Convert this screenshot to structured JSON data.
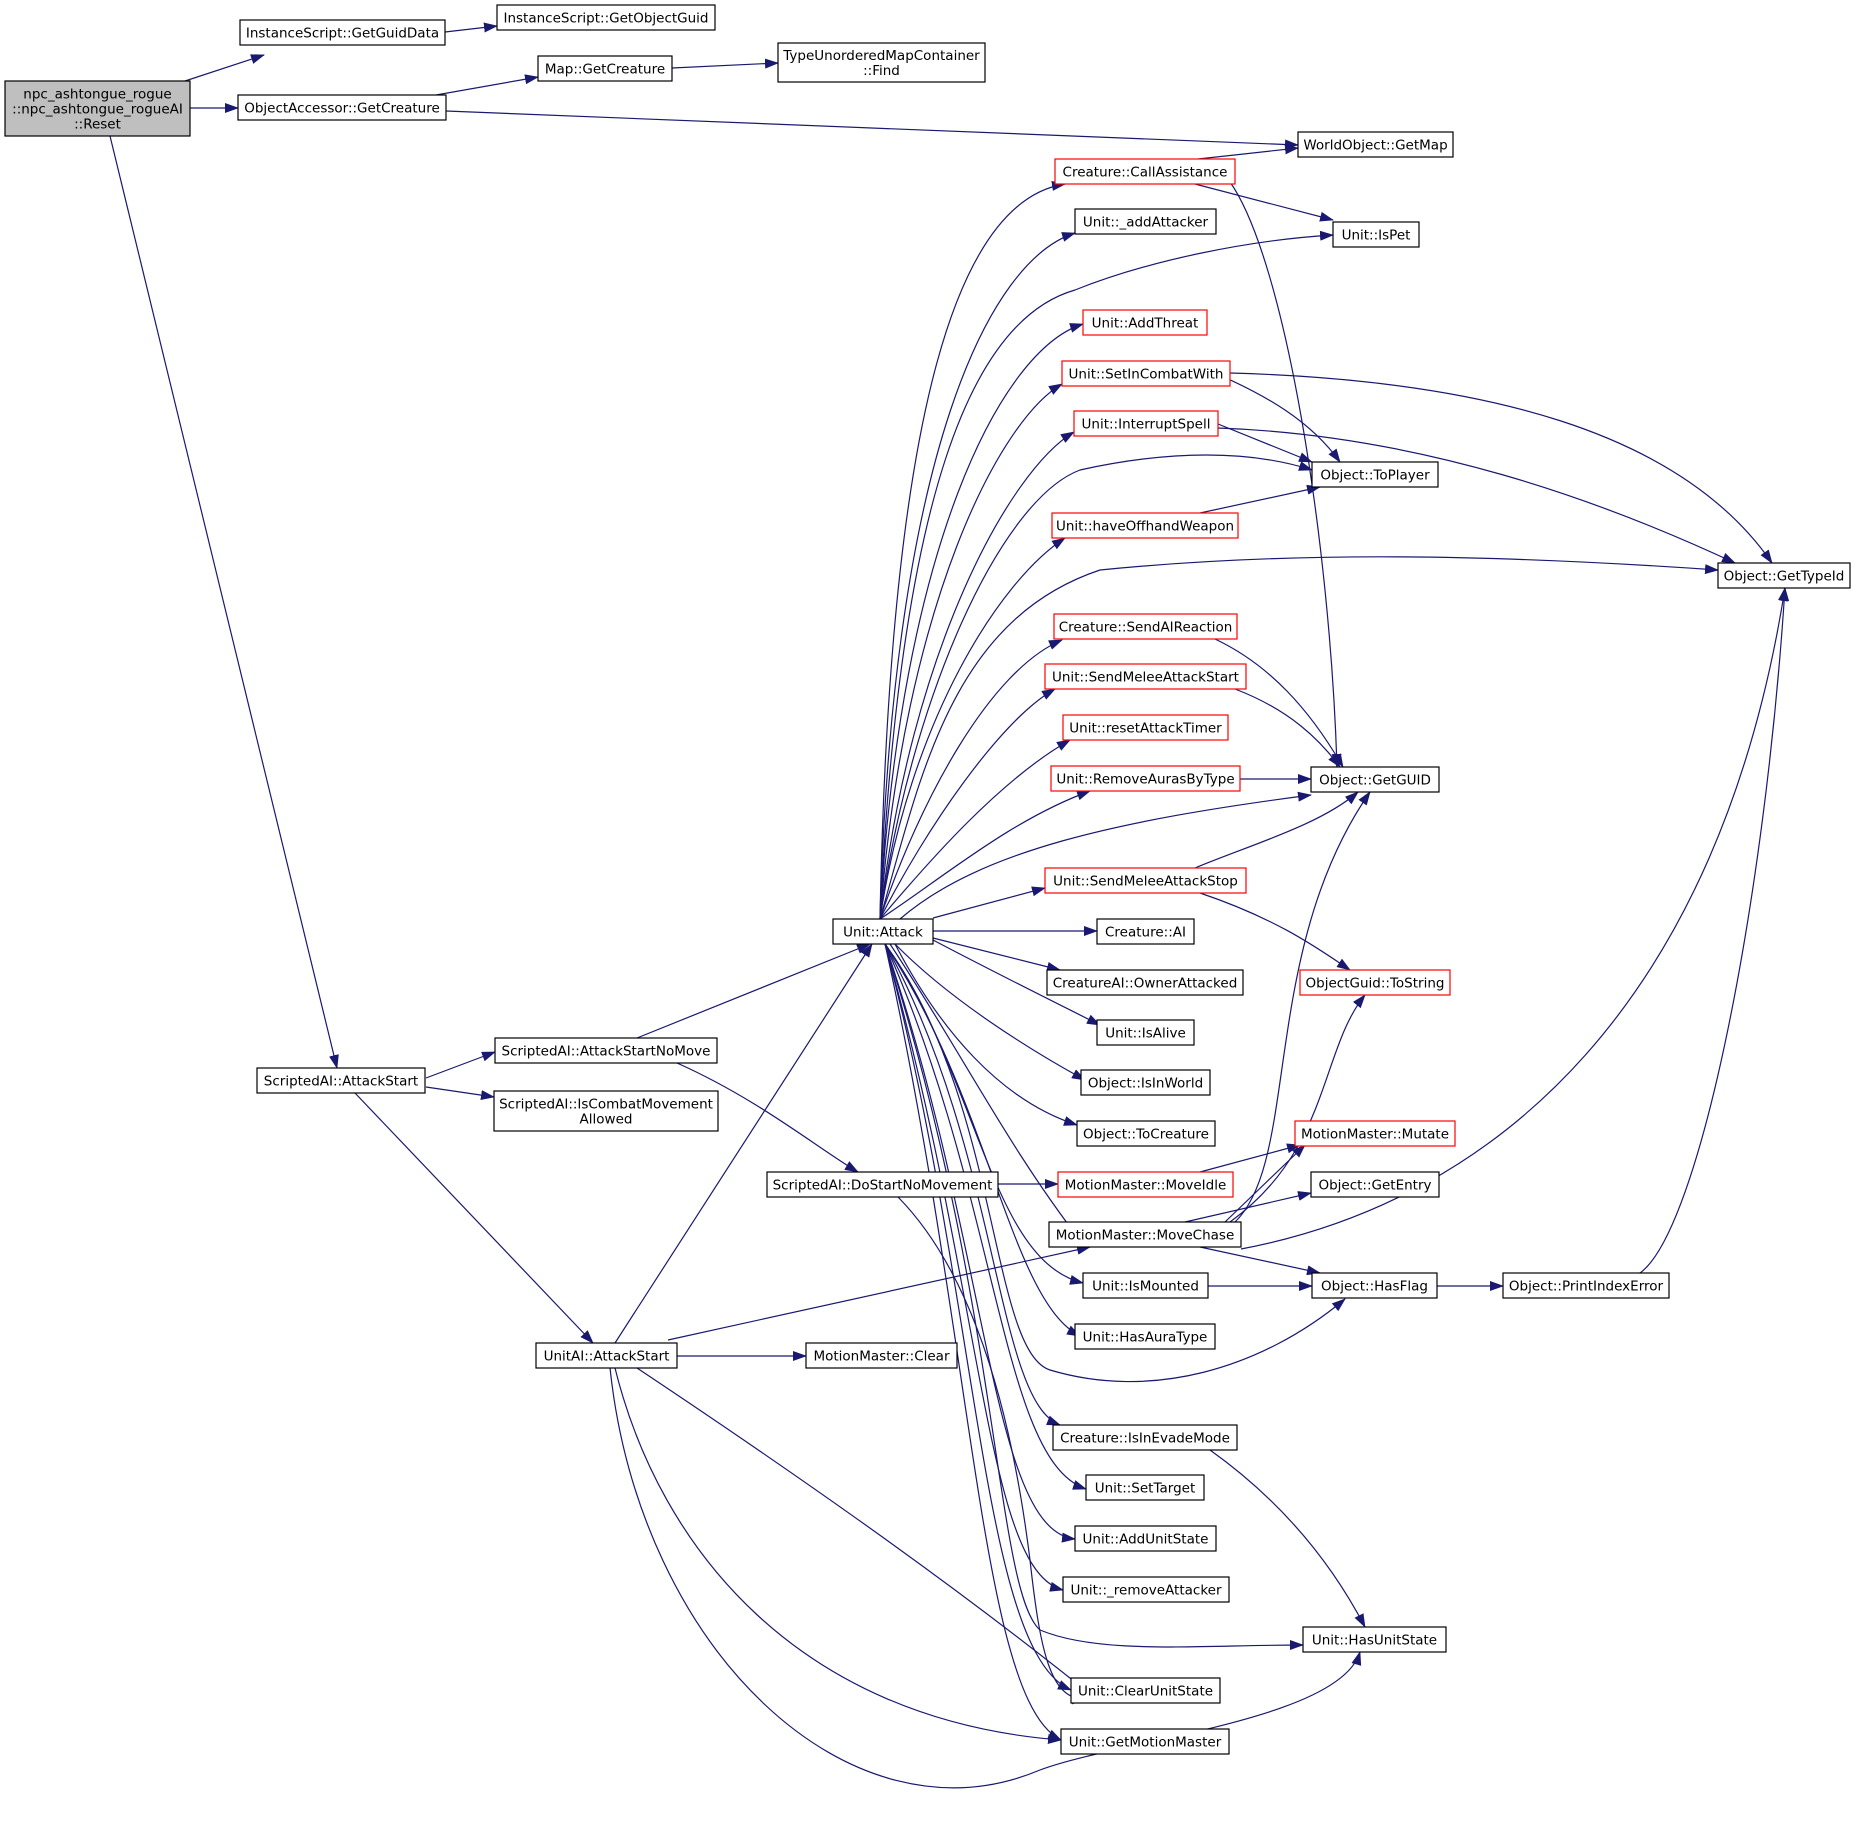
{
  "colors": {
    "edge": "#191970",
    "box_border": "#000000",
    "truncated_border": "#ff0000",
    "root_fill": "#bfbfbf",
    "background": "#ffffff"
  },
  "nodes": [
    {
      "id": "root",
      "lines": [
        "npc_ashtongue_rogue",
        "::npc_ashtongue_rogueAI",
        "::Reset"
      ],
      "style": "root"
    },
    {
      "id": "is_getguiddata",
      "lines": [
        "InstanceScript::GetGuidData"
      ]
    },
    {
      "id": "is_getobjectguid",
      "lines": [
        "InstanceScript::GetObjectGuid"
      ]
    },
    {
      "id": "oa_getcreature",
      "lines": [
        "ObjectAccessor::GetCreature"
      ]
    },
    {
      "id": "map_getcreature",
      "lines": [
        "Map::GetCreature"
      ]
    },
    {
      "id": "tumc_find",
      "lines": [
        "TypeUnorderedMapContainer",
        "::Find"
      ]
    },
    {
      "id": "wo_getmap",
      "lines": [
        "WorldObject::GetMap"
      ]
    },
    {
      "id": "cr_callassistance",
      "lines": [
        "Creature::CallAssistance"
      ],
      "style": "truncated"
    },
    {
      "id": "unit_addattacker",
      "lines": [
        "Unit::_addAttacker"
      ]
    },
    {
      "id": "unit_ispet",
      "lines": [
        "Unit::IsPet"
      ]
    },
    {
      "id": "unit_addthreat",
      "lines": [
        "Unit::AddThreat"
      ],
      "style": "truncated"
    },
    {
      "id": "unit_setincombatwith",
      "lines": [
        "Unit::SetInCombatWith"
      ],
      "style": "truncated"
    },
    {
      "id": "unit_interruptspell",
      "lines": [
        "Unit::InterruptSpell"
      ],
      "style": "truncated"
    },
    {
      "id": "obj_toplayer",
      "lines": [
        "Object::ToPlayer"
      ]
    },
    {
      "id": "unit_haveoffhand",
      "lines": [
        "Unit::haveOffhandWeapon"
      ],
      "style": "truncated"
    },
    {
      "id": "obj_gettypeid",
      "lines": [
        "Object::GetTypeId"
      ]
    },
    {
      "id": "cr_sendaireaction",
      "lines": [
        "Creature::SendAIReaction"
      ],
      "style": "truncated"
    },
    {
      "id": "unit_sendmeleestart",
      "lines": [
        "Unit::SendMeleeAttackStart"
      ],
      "style": "truncated"
    },
    {
      "id": "unit_resetattacktimer",
      "lines": [
        "Unit::resetAttackTimer"
      ],
      "style": "truncated"
    },
    {
      "id": "unit_removeaurasbytype",
      "lines": [
        "Unit::RemoveAurasByType"
      ],
      "style": "truncated"
    },
    {
      "id": "obj_getguid",
      "lines": [
        "Object::GetGUID"
      ]
    },
    {
      "id": "unit_sendmeleestop",
      "lines": [
        "Unit::SendMeleeAttackStop"
      ],
      "style": "truncated"
    },
    {
      "id": "unit_attack",
      "lines": [
        "Unit::Attack"
      ]
    },
    {
      "id": "cr_ai",
      "lines": [
        "Creature::AI"
      ]
    },
    {
      "id": "crai_ownerattacked",
      "lines": [
        "CreatureAI::OwnerAttacked"
      ]
    },
    {
      "id": "guid_tostring",
      "lines": [
        "ObjectGuid::ToString"
      ],
      "style": "truncated"
    },
    {
      "id": "unit_isalive",
      "lines": [
        "Unit::IsAlive"
      ]
    },
    {
      "id": "sai_attackstartnomove",
      "lines": [
        "ScriptedAI::AttackStartNoMove"
      ]
    },
    {
      "id": "sai_attackstart",
      "lines": [
        "ScriptedAI::AttackStart"
      ]
    },
    {
      "id": "obj_isinworld",
      "lines": [
        "Object::IsInWorld"
      ]
    },
    {
      "id": "sai_iscombatmovement",
      "lines": [
        "ScriptedAI::IsCombatMovement",
        "Allowed"
      ]
    },
    {
      "id": "obj_tocreature",
      "lines": [
        "Object::ToCreature"
      ]
    },
    {
      "id": "mm_mutate",
      "lines": [
        "MotionMaster::Mutate"
      ],
      "style": "truncated"
    },
    {
      "id": "sai_dostartnomovement",
      "lines": [
        "ScriptedAI::DoStartNoMovement"
      ]
    },
    {
      "id": "mm_moveidle",
      "lines": [
        "MotionMaster::MoveIdle"
      ],
      "style": "truncated"
    },
    {
      "id": "obj_getentry",
      "lines": [
        "Object::GetEntry"
      ]
    },
    {
      "id": "mm_movechase",
      "lines": [
        "MotionMaster::MoveChase"
      ]
    },
    {
      "id": "unit_ismounted",
      "lines": [
        "Unit::IsMounted"
      ]
    },
    {
      "id": "obj_hasflag",
      "lines": [
        "Object::HasFlag"
      ]
    },
    {
      "id": "obj_printindexerror",
      "lines": [
        "Object::PrintIndexError"
      ]
    },
    {
      "id": "uai_attackstart",
      "lines": [
        "UnitAI::AttackStart"
      ]
    },
    {
      "id": "mm_clear",
      "lines": [
        "MotionMaster::Clear"
      ]
    },
    {
      "id": "unit_hasauratype",
      "lines": [
        "Unit::HasAuraType"
      ]
    },
    {
      "id": "cr_isinevademode",
      "lines": [
        "Creature::IsInEvadeMode"
      ]
    },
    {
      "id": "unit_settarget",
      "lines": [
        "Unit::SetTarget"
      ]
    },
    {
      "id": "unit_addunitstate",
      "lines": [
        "Unit::AddUnitState"
      ]
    },
    {
      "id": "unit_removeattacker",
      "lines": [
        "Unit::_removeAttacker"
      ]
    },
    {
      "id": "unit_hasunitstate",
      "lines": [
        "Unit::HasUnitState"
      ]
    },
    {
      "id": "unit_clearunitstate",
      "lines": [
        "Unit::ClearUnitState"
      ]
    },
    {
      "id": "unit_getmotionmaster",
      "lines": [
        "Unit::GetMotionMaster"
      ]
    }
  ]
}
